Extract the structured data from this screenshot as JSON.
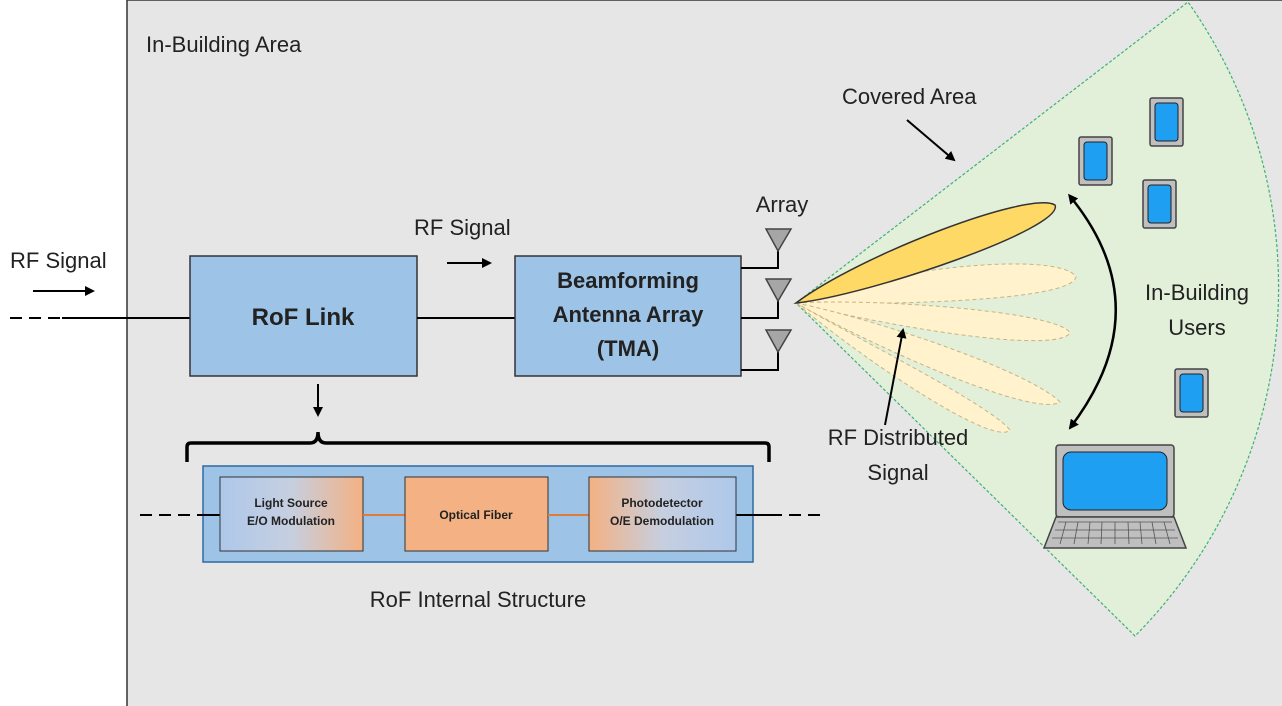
{
  "labels": {
    "area": "In-Building Area",
    "rf_signal_input": "RF Signal",
    "rof_link": "RoF Link",
    "rf_signal_mid": "RF Signal",
    "beamforming_line1": "Beamforming",
    "beamforming_line2": "Antenna Array",
    "beamforming_line3": "(TMA)",
    "array": "Array",
    "covered_area": "Covered Area",
    "users_line1": "In-Building",
    "users_line2": "Users",
    "rf_distributed_line1": "RF Distributed",
    "rf_distributed_line2": "Signal",
    "internal_structure": "RoF Internal Structure",
    "light_source_line1": "Light Source",
    "light_source_line2": "E/O Modulation",
    "optical_fiber": "Optical Fiber",
    "photodetector_line1": "Photodetector",
    "photodetector_line2": "O/E Demodulation"
  },
  "colors": {
    "area_bg": "#e6e6e6",
    "block_blue": "#9dc3e6",
    "block_orange": "#f4b183",
    "coverage_green": "#e2efd9",
    "coverage_border": "#3cb371",
    "beam_active": "#ffd966",
    "beam_inactive": "#fff2cc",
    "screen_blue": "#1e9ff2",
    "device_body": "#bfbfbf"
  }
}
